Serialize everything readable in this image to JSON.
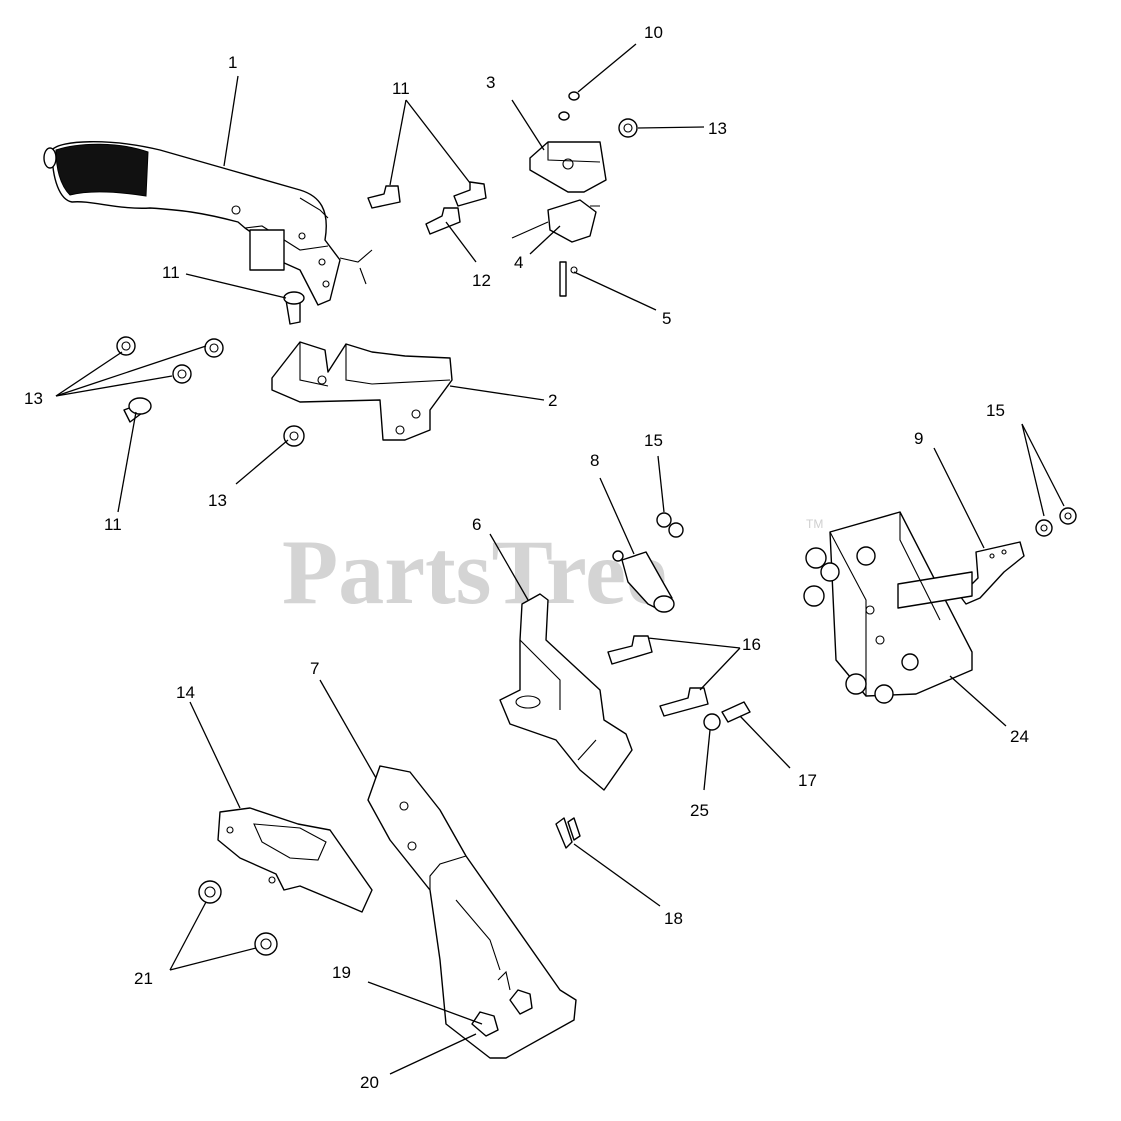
{
  "watermark": {
    "text": "PartsTree",
    "trademark": "TM"
  },
  "callouts": {
    "c1": "1",
    "c2": "2",
    "c3": "3",
    "c4": "4",
    "c5": "5",
    "c6": "6",
    "c7": "7",
    "c8": "8",
    "c9": "9",
    "c10": "10",
    "c11": "11",
    "c12": "12",
    "c13": "13",
    "c14": "14",
    "c15": "15",
    "c16": "16",
    "c17": "17",
    "c18": "18",
    "c19": "19",
    "c20": "20",
    "c21": "21",
    "c24": "24",
    "c25": "25"
  },
  "colors": {
    "background": "#ffffff",
    "line": "#000000",
    "watermark": "#d4d4d4"
  }
}
